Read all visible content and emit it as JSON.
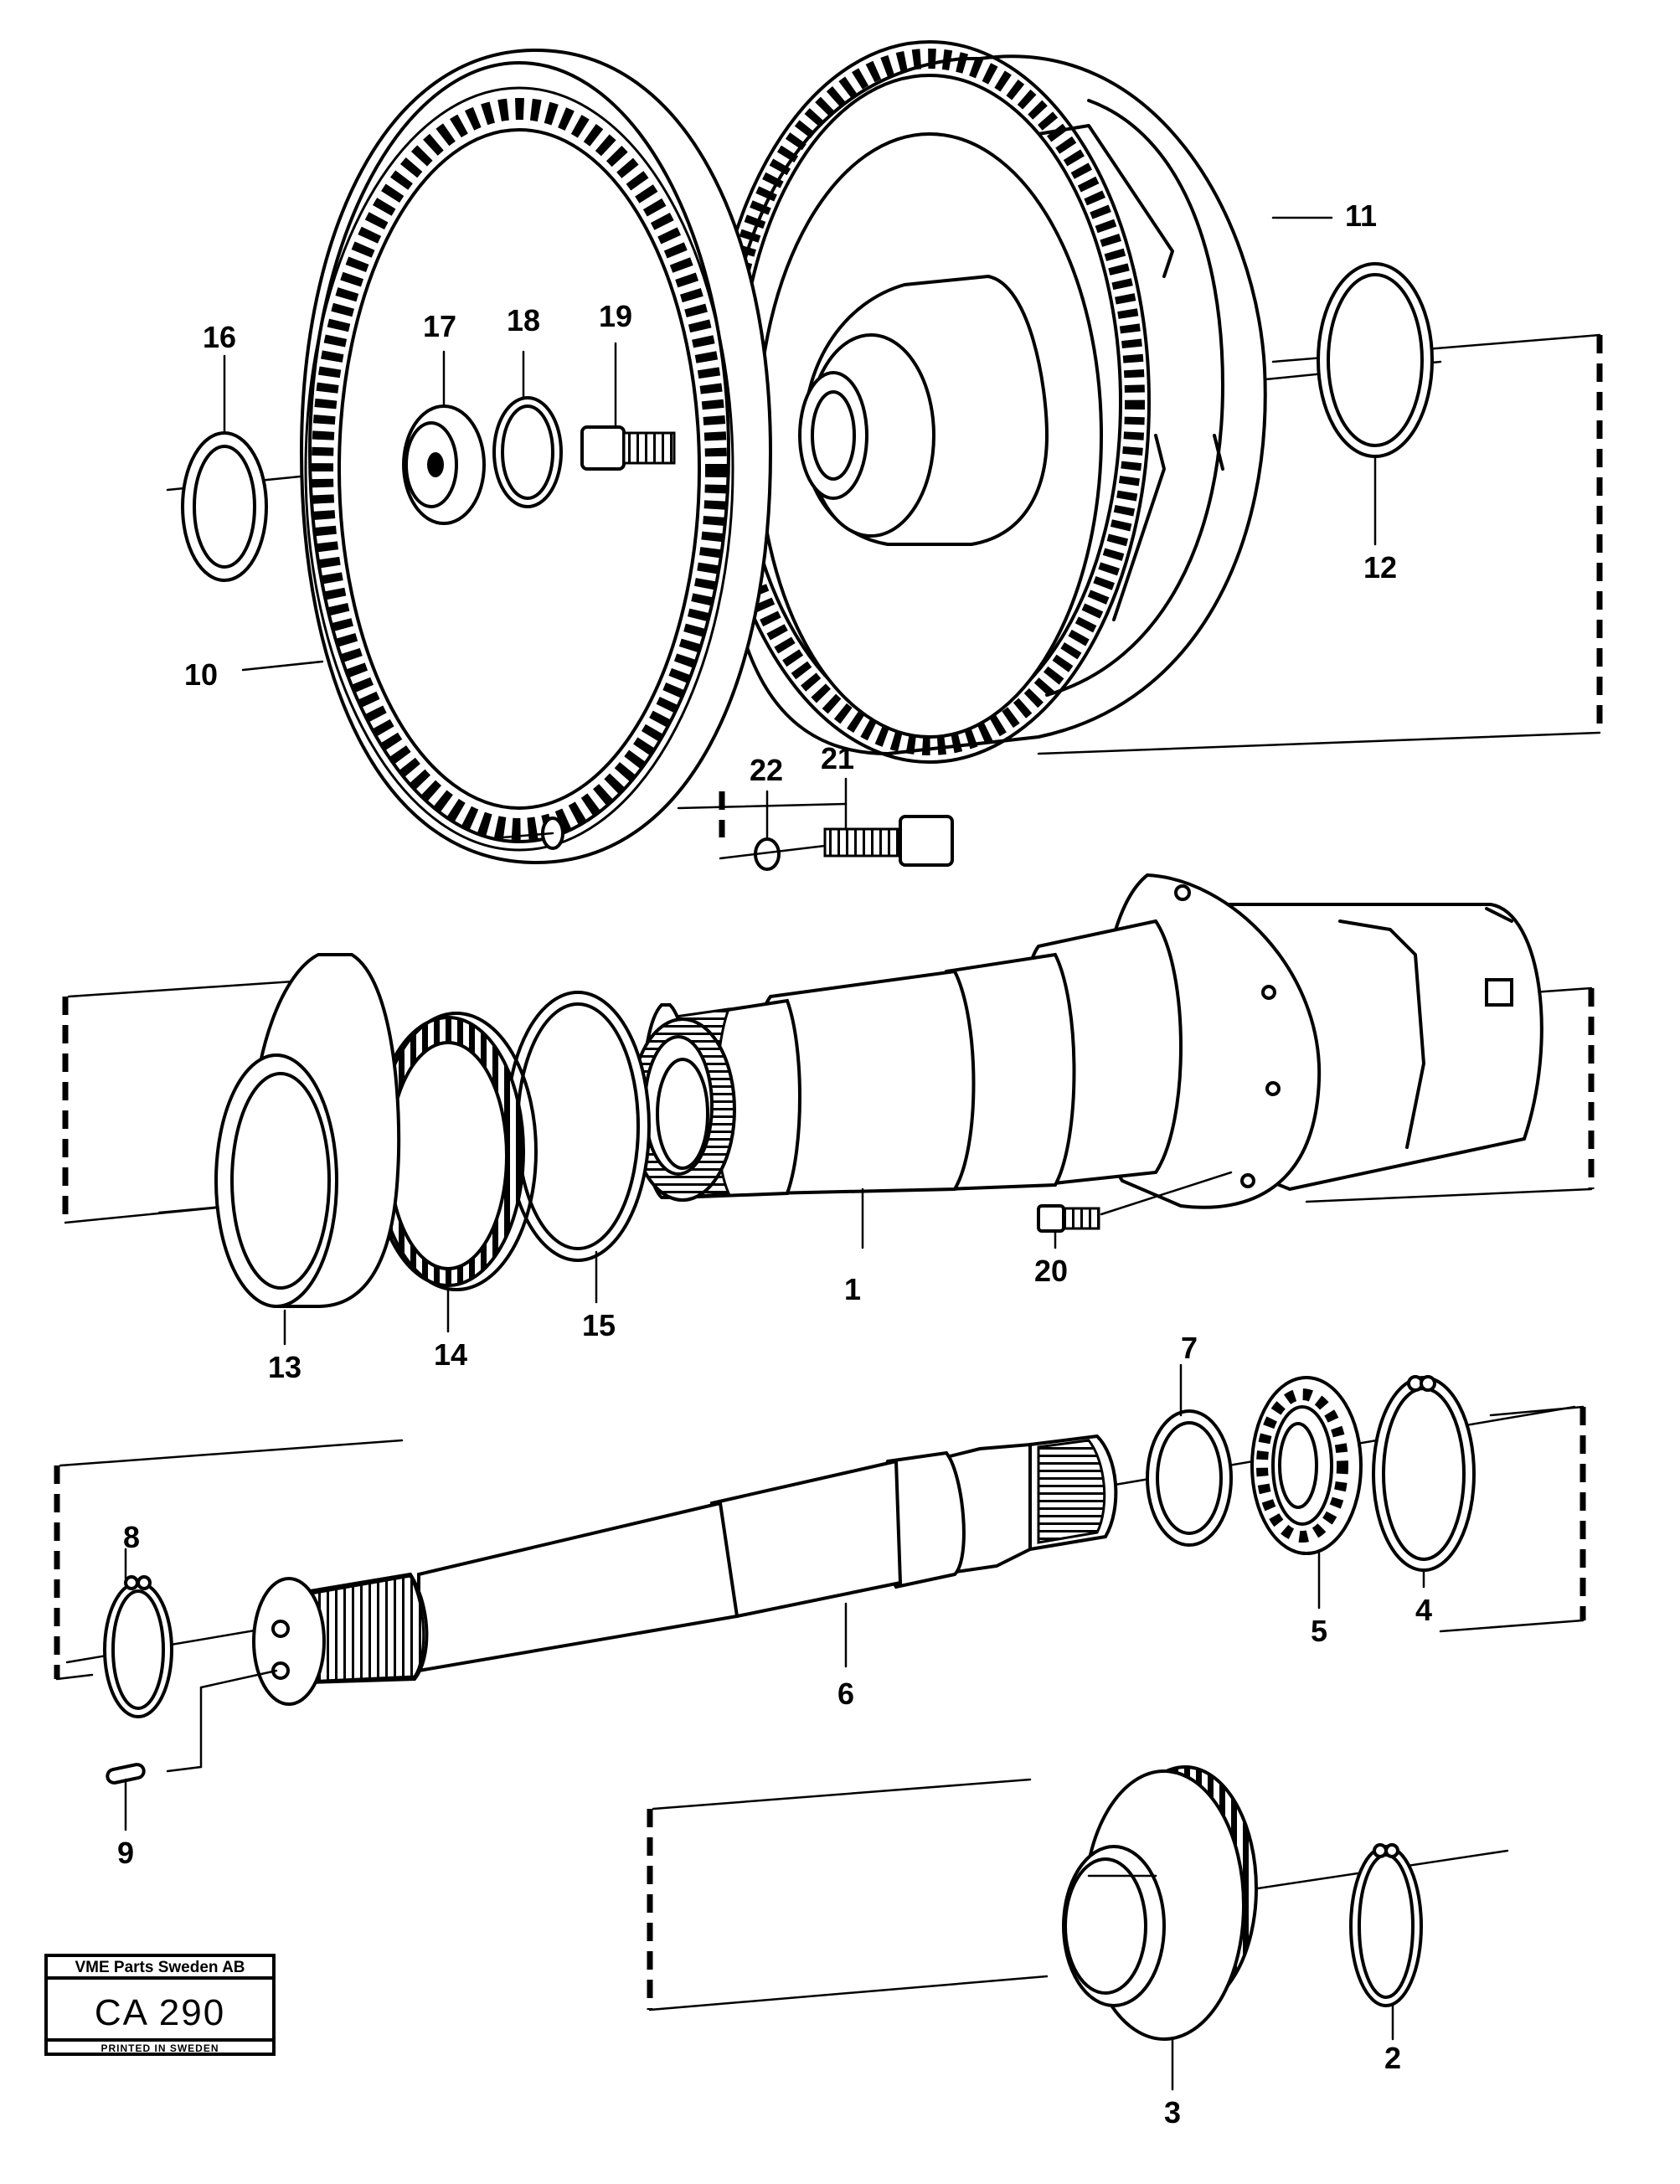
{
  "figure": {
    "part_labels": {
      "p1": "1",
      "p2": "2",
      "p3": "3",
      "p4": "4",
      "p5": "5",
      "p6": "6",
      "p7": "7",
      "p8": "8",
      "p9": "9",
      "p10": "10",
      "p11": "11",
      "p12": "12",
      "p13": "13",
      "p14": "14",
      "p15": "15",
      "p16": "16",
      "p17": "17",
      "p18": "18",
      "p19": "19",
      "p20": "20",
      "p21": "21",
      "p22": "22"
    }
  },
  "stamp": {
    "company": "VME Parts Sweden AB",
    "code": "CA 290",
    "printed": "PRINTED IN SWEDEN"
  }
}
